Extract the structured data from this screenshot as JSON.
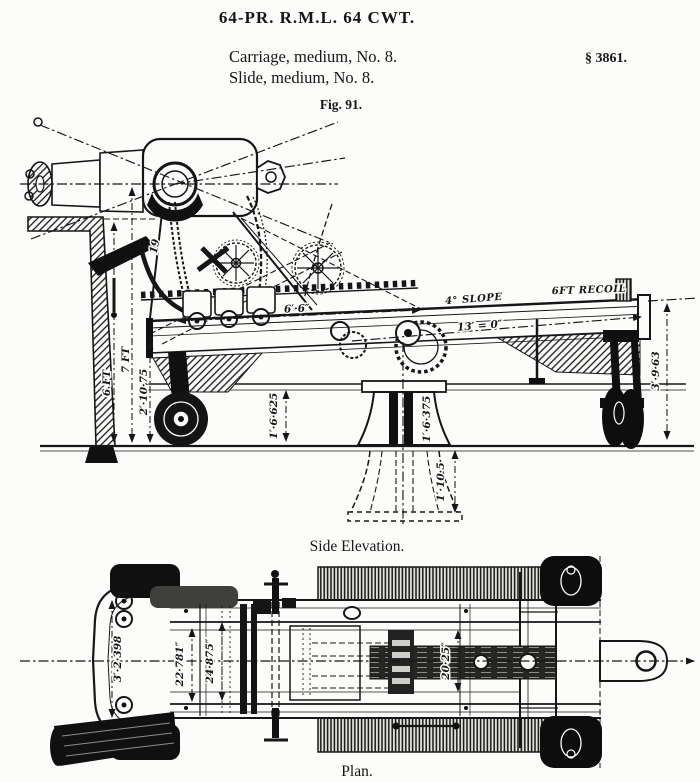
{
  "page": {
    "title": "64-PR. R.M.L. 64 CWT.",
    "carriage_line": "Carriage, medium, No. 8.",
    "slide_line": "Slide, medium, No. 8.",
    "section_ref": "§ 3861.",
    "figure_label": "Fig. 91."
  },
  "side_elevation": {
    "caption": "Side Elevation.",
    "labels": {
      "height_6ft": "6 FT",
      "height_7ft": "7 FT",
      "height_2_10_75": "2′·10·75",
      "clear_1_6_625": "1′·6·625",
      "pivot_1_6_375": "1′·6·375",
      "pivot_base_1_10_5": "1′·10·5",
      "carriage_6_6": "6′·6″",
      "slide_13_0": "13′ = 0″",
      "slope": "4° SLOPE",
      "recoil": "6FT RECOIL",
      "rear_3_9_63": "3′·9·63",
      "part_19": "19"
    }
  },
  "plan": {
    "caption": "Plan.",
    "labels": {
      "width_3_2_398": "3′·2·398",
      "width_22_781": "22·781″",
      "width_24_875": "24·875″",
      "width_20_25": "20·25″"
    }
  }
}
